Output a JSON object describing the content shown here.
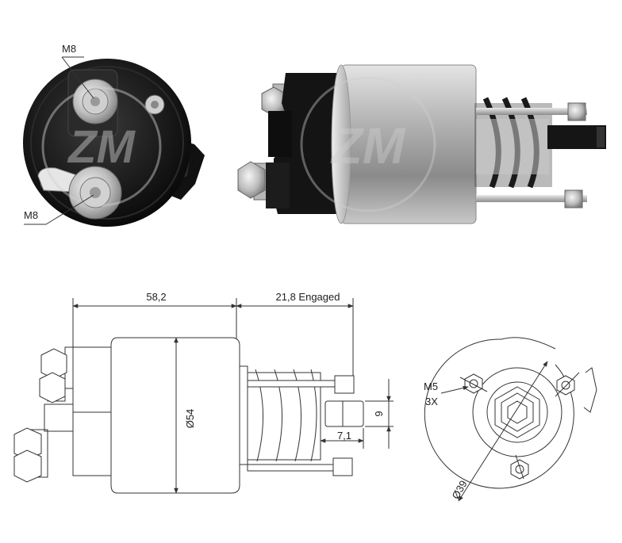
{
  "photo_labels": {
    "top_terminal": "M8",
    "bottom_terminal": "M8"
  },
  "watermark_text": "ZM",
  "drawing_labels": {
    "length": "58,2",
    "stroke": "21,8 Engaged",
    "diameter": "Ø54",
    "plunger_height": "9",
    "plunger_offset": "7,1",
    "bolt_thread": "M5",
    "bolt_count": "3X",
    "flange_diameter": "Ø39"
  },
  "colors": {
    "line": "#333333",
    "dark_cap": "#161616",
    "metal_mid": "#9a9a9a",
    "watermark": "#d0d0d0"
  }
}
